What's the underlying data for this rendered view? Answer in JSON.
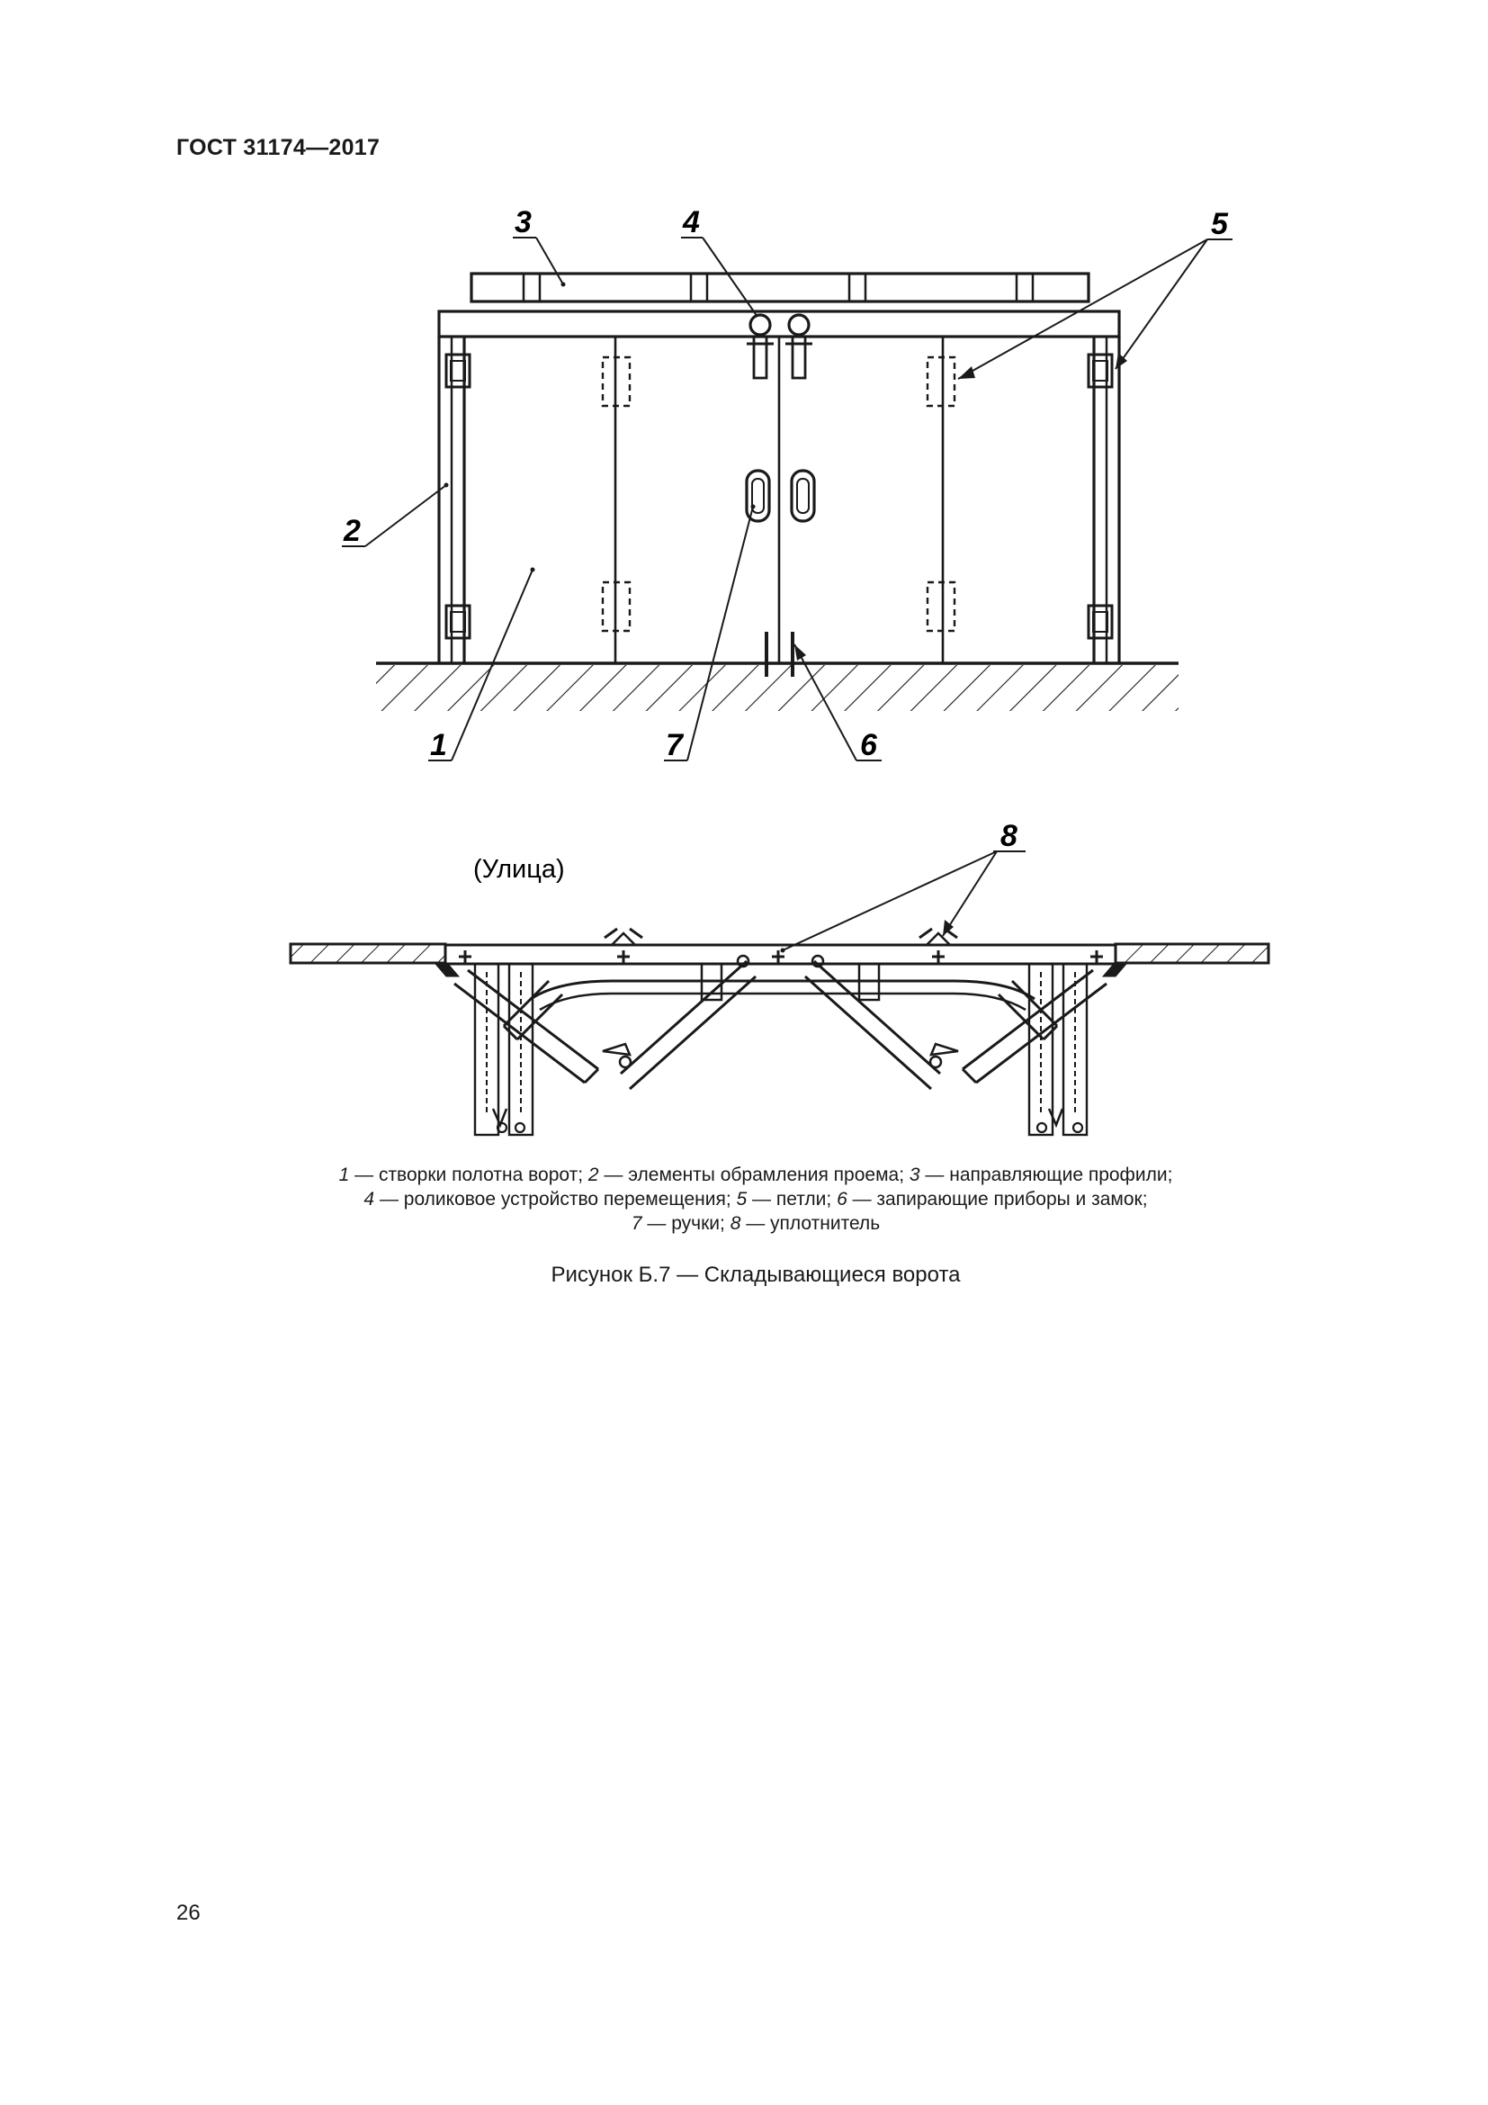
{
  "header": {
    "doc_id": "ГОСТ 31174—2017"
  },
  "figure": {
    "callouts": [
      "1",
      "2",
      "3",
      "4",
      "5",
      "6",
      "7",
      "8"
    ],
    "street_label": "(Улица)"
  },
  "legend": {
    "items": [
      {
        "num": "1",
        "text": "створки полотна ворот"
      },
      {
        "num": "2",
        "text": "элементы обрамления проема"
      },
      {
        "num": "3",
        "text": "направляющие профили"
      },
      {
        "num": "4",
        "text": "роликовое устройство перемещения"
      },
      {
        "num": "5",
        "text": "петли"
      },
      {
        "num": "6",
        "text": "запирающие приборы и замок"
      },
      {
        "num": "7",
        "text": "ручки"
      },
      {
        "num": "8",
        "text": "уплотнитель"
      }
    ]
  },
  "caption": "Рисунок Б.7 — Складывающиеся ворота",
  "page_number": "26"
}
